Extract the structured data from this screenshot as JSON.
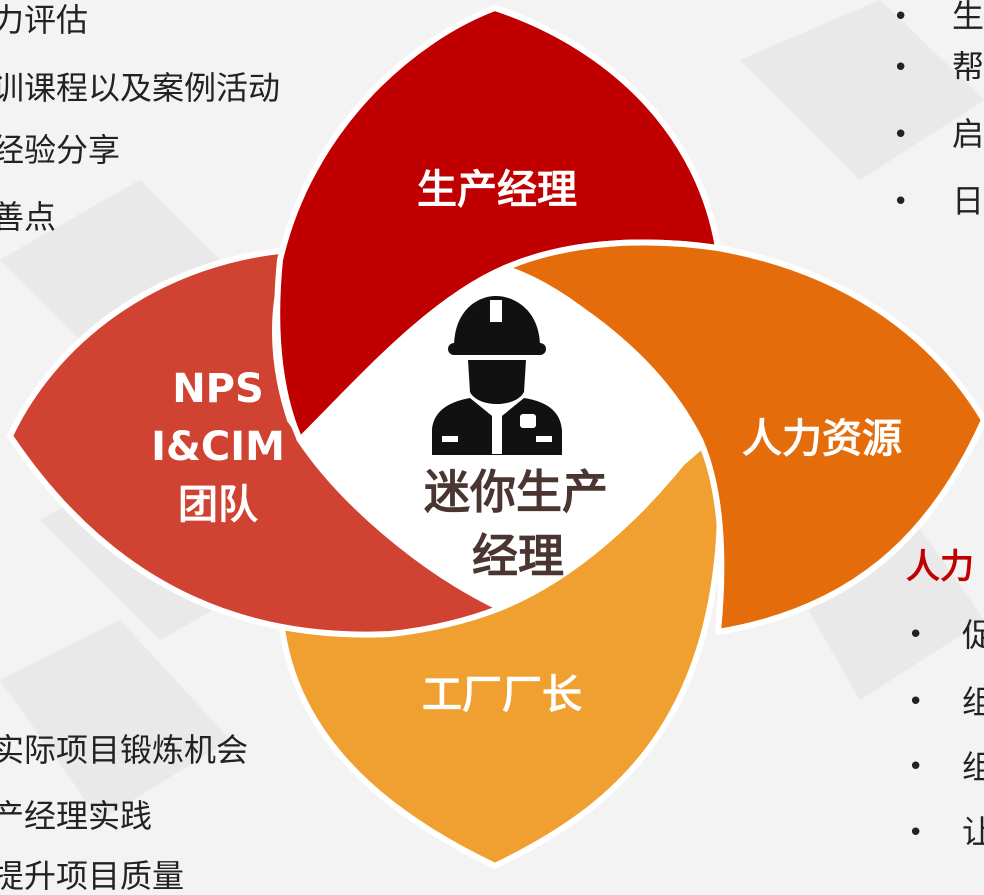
{
  "left_top_list": [
    "能力评估",
    "训课程以及案例活动",
    "经验分享",
    "善点"
  ],
  "left_bottom_list": [
    "实际项目锻炼机会",
    "产经理实践",
    "提升项目质量"
  ],
  "right_top_list": {
    "bullets": [
      "•",
      "•",
      "•",
      "•"
    ],
    "fragments": [
      "生",
      "帮",
      "启",
      "日"
    ]
  },
  "right_bottom": {
    "heading": "人力",
    "bullets": [
      "•",
      "•",
      "•",
      "•"
    ],
    "fragments": [
      "促",
      "组",
      "组",
      "让"
    ]
  },
  "petals": {
    "top": "生产经理",
    "left_line1": "NPS",
    "left_line2": "I&CIM",
    "left_line3": "团队",
    "right": "人力资源",
    "bottom": "工厂厂长"
  },
  "center": {
    "line1": "迷你生产",
    "line2": "经理",
    "icon": "worker-icon"
  },
  "colors": {
    "top": "#c00000",
    "left": "#d04232",
    "right": "#e46c0a",
    "bottom": "#f0a030",
    "center": "#ffffff",
    "text_dark": "#4a3530",
    "heading_red": "#c00000"
  }
}
